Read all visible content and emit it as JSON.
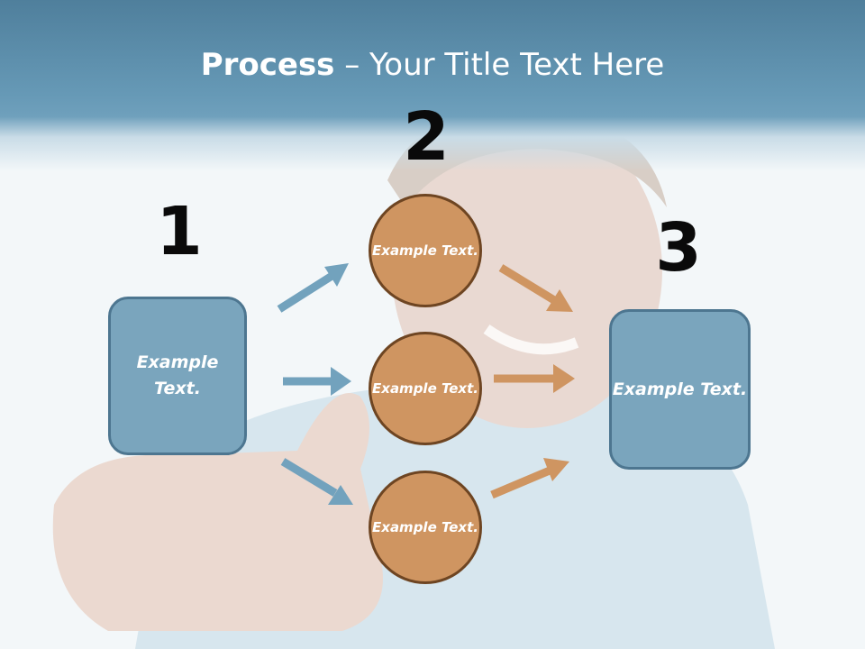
{
  "slide": {
    "title_bold": "Process",
    "title_rest": " – Your Title Text Here"
  },
  "steps": {
    "n1": "1",
    "n2": "2",
    "n3": "3"
  },
  "left_box": {
    "text": "Example Text."
  },
  "circles": [
    {
      "text": "Example Text."
    },
    {
      "text": "Example Text."
    },
    {
      "text": "Example Text."
    }
  ],
  "right_box": {
    "text": "Example Text."
  },
  "colors": {
    "header": "#5e8fad",
    "box_fill": "#7aa5bd",
    "circle_fill": "#cf9561",
    "blue_arrow": "#72a2bd",
    "orange_arrow": "#cf9561"
  }
}
